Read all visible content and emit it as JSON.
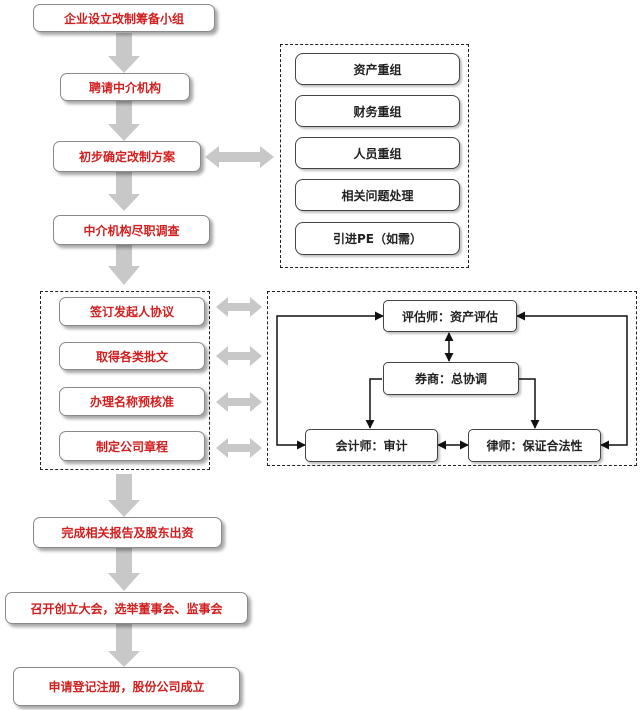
{
  "main_flow": [
    "企业设立改制筹备小组",
    "聘请中介机构",
    "初步确定改制方案",
    "中介机构尽职调查"
  ],
  "restructure_items": [
    "资产重组",
    "财务重组",
    "人员重组",
    "相关问题处理",
    "引进PE（如需）"
  ],
  "left_group_items": [
    "签订发起人协议",
    "取得各类批文",
    "办理名称预核准",
    "制定公司章程"
  ],
  "agencies": {
    "appraiser": "评估师：资产评估",
    "broker": "券商：总协调",
    "accountant": "会计师：审计",
    "lawyer": "律师：保证合法性"
  },
  "final_steps": [
    "完成相关报告及股东出资",
    "召开创立大会，选举董事会、监事会",
    "申请登记注册，股份公司成立"
  ],
  "colors": {
    "main_text": "#d21f1f",
    "sub_text": "#222222",
    "arrow_fill": "#c8c8c8"
  }
}
